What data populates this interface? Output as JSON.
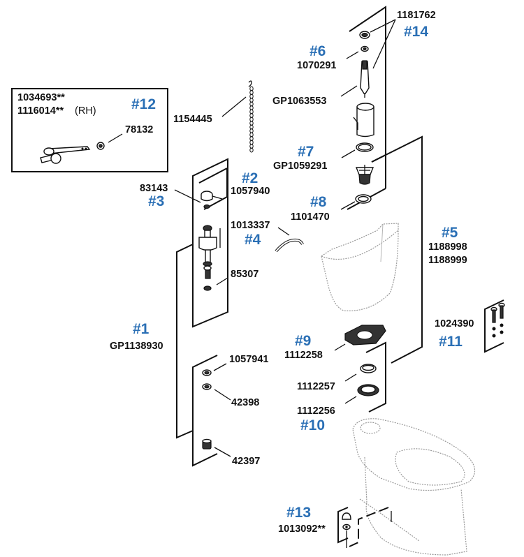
{
  "diagram": {
    "title": "Toilet exploded parts diagram",
    "callout_color": "#2a6fb5",
    "text_color": "#111111",
    "groups": [
      {
        "id": "1",
        "callout": "#1",
        "parts": [
          "GP1138930"
        ]
      },
      {
        "id": "2",
        "callout": "#2",
        "parts": [
          "1057940"
        ]
      },
      {
        "id": "3",
        "callout": "#3",
        "parts": [
          "83143"
        ]
      },
      {
        "id": "4",
        "callout": "#4",
        "parts": [
          "1013337"
        ]
      },
      {
        "id": "5",
        "callout": "#5",
        "parts": [
          "1188998",
          "1188999"
        ]
      },
      {
        "id": "6",
        "callout": "#6",
        "parts": [
          "1070291"
        ]
      },
      {
        "id": "7",
        "callout": "#7",
        "parts": [
          "GP1059291"
        ]
      },
      {
        "id": "8",
        "callout": "#8",
        "parts": [
          "1101470"
        ]
      },
      {
        "id": "9",
        "callout": "#9",
        "parts": [
          "1112258"
        ]
      },
      {
        "id": "10",
        "callout": "#10",
        "parts": [
          "1112257",
          "1112256"
        ]
      },
      {
        "id": "11",
        "callout": "#11",
        "parts": [
          "1024390"
        ]
      },
      {
        "id": "12",
        "callout": "#12",
        "parts": [
          "1034693**",
          "1116014**",
          "78132"
        ],
        "note": "(RH)"
      },
      {
        "id": "13",
        "callout": "#13",
        "parts": [
          "1013092**"
        ]
      },
      {
        "id": "14",
        "callout": "#14",
        "parts": [
          "1181762"
        ]
      }
    ],
    "unlabeled_callout_parts": [
      "1154445",
      "GP1063553",
      "85307",
      "1057941",
      "42398",
      "42397"
    ]
  },
  "labels": {
    "p1181762": "1181762",
    "c14": "#14",
    "c6": "#6",
    "p1070291": "1070291",
    "pGP1063553": "GP1063553",
    "p1034693": "1034693**",
    "p1116014": "1116014**",
    "rh": "(RH)",
    "c12": "#12",
    "p78132": "78132",
    "p1154445": "1154445",
    "c7": "#7",
    "pGP1059291": "GP1059291",
    "c2": "#2",
    "p83143": "83143",
    "p1057940": "1057940",
    "c3": "#3",
    "c8": "#8",
    "p1101470": "1101470",
    "p1013337": "1013337",
    "c4": "#4",
    "c5": "#5",
    "p1188998": "1188998",
    "p1188999": "1188999",
    "p85307": "85307",
    "c1": "#1",
    "pGP1138930": "GP1138930",
    "c9": "#9",
    "p1112258": "1112258",
    "p1024390": "1024390",
    "c11": "#11",
    "p1057941": "1057941",
    "p42398": "42398",
    "p1112257": "1112257",
    "p1112256": "1112256",
    "c10": "#10",
    "p42397": "42397",
    "c13": "#13",
    "p1013092": "1013092**"
  }
}
